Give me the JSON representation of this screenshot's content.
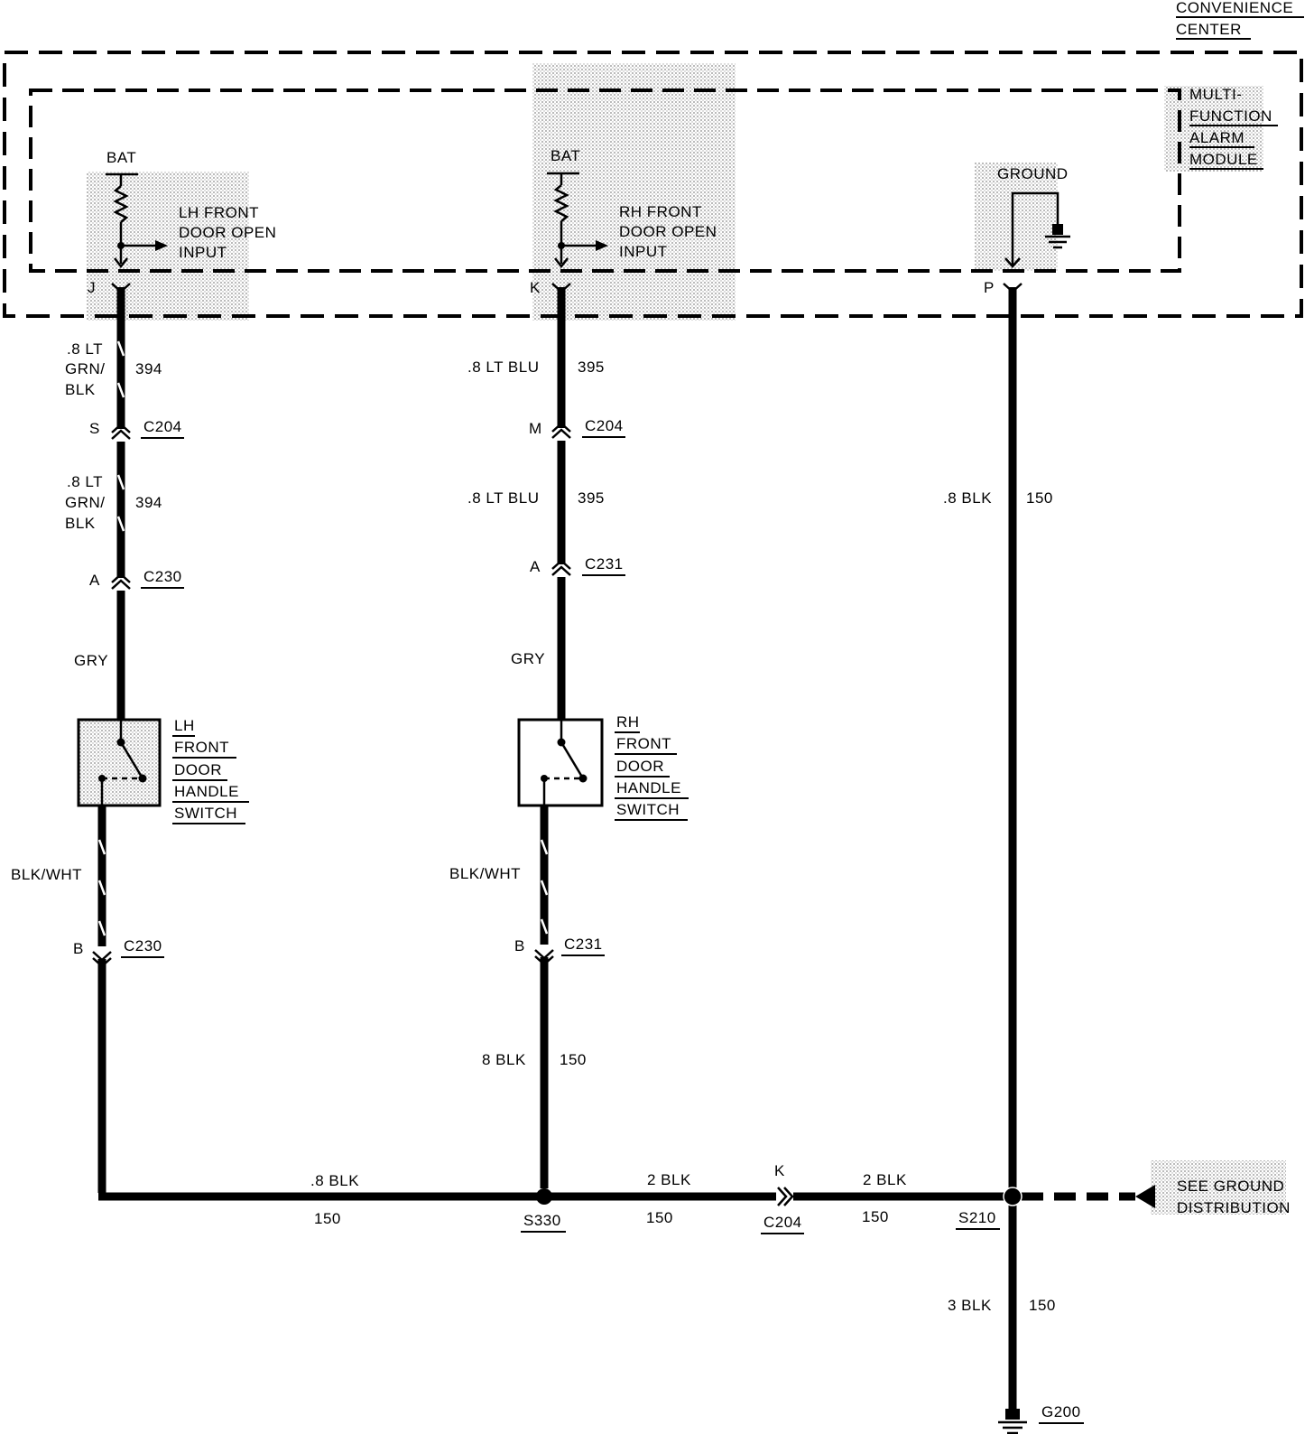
{
  "convenience_center": {
    "line1": "CONVENIENCE",
    "line2": "CENTER"
  },
  "module": {
    "line1": "MULTI-",
    "line2": "FUNCTION",
    "line3": "ALARM",
    "line4": "MODULE",
    "ground_label": "GROUND",
    "bat": "BAT"
  },
  "lh_input": {
    "line1": "LH FRONT",
    "line2": "DOOR OPEN",
    "line3": "INPUT"
  },
  "rh_input": {
    "line1": "RH FRONT",
    "line2": "DOOR OPEN",
    "line3": "INPUT"
  },
  "pins": {
    "j": "J",
    "k": "K",
    "p": "P"
  },
  "lh_circuit": {
    "seg1_l1": ".8 LT",
    "seg1_l2": "GRN/",
    "seg1_l3": "BLK",
    "seg1_num": "394",
    "c1_pin": "S",
    "c1_name": "C204",
    "seg2_l1": ".8 LT",
    "seg2_l2": "GRN/",
    "seg2_l3": "BLK",
    "seg2_num": "394",
    "c2_pin": "A",
    "c2_name": "C230",
    "seg3": "GRY",
    "switch_l1": "LH",
    "switch_l2": "FRONT",
    "switch_l3": "DOOR",
    "switch_l4": "HANDLE",
    "switch_l5": "SWITCH",
    "seg4": "BLK/WHT",
    "c3_pin": "B",
    "c3_name": "C230"
  },
  "rh_circuit": {
    "seg1": ".8 LT BLU",
    "seg1_num": "395",
    "c1_pin": "M",
    "c1_name": "C204",
    "seg2": ".8 LT BLU",
    "seg2_num": "395",
    "c2_pin": "A",
    "c2_name": "C231",
    "seg3": "GRY",
    "switch_l1": "RH",
    "switch_l2": "FRONT",
    "switch_l3": "DOOR",
    "switch_l4": "HANDLE",
    "switch_l5": "SWITCH",
    "seg4": "BLK/WHT",
    "c3_pin": "B",
    "c3_name": "C231",
    "seg5": "8 BLK",
    "seg5_num": "150"
  },
  "ground_circuit": {
    "seg1": ".8 BLK",
    "seg1_num": "150"
  },
  "bottom": {
    "w1": ".8 BLK",
    "w1_num": "150",
    "splice1": "S330",
    "w2": "2 BLK",
    "w2_num": "150",
    "conn_pin": "K",
    "conn_name": "C204",
    "w3": "2 BLK",
    "w3_num": "150",
    "splice2": "S210",
    "see_l1": "SEE GROUND",
    "see_l2": "DISTRIBUTION",
    "w4": "3 BLK",
    "w4_num": "150",
    "ground_name": "G200"
  }
}
